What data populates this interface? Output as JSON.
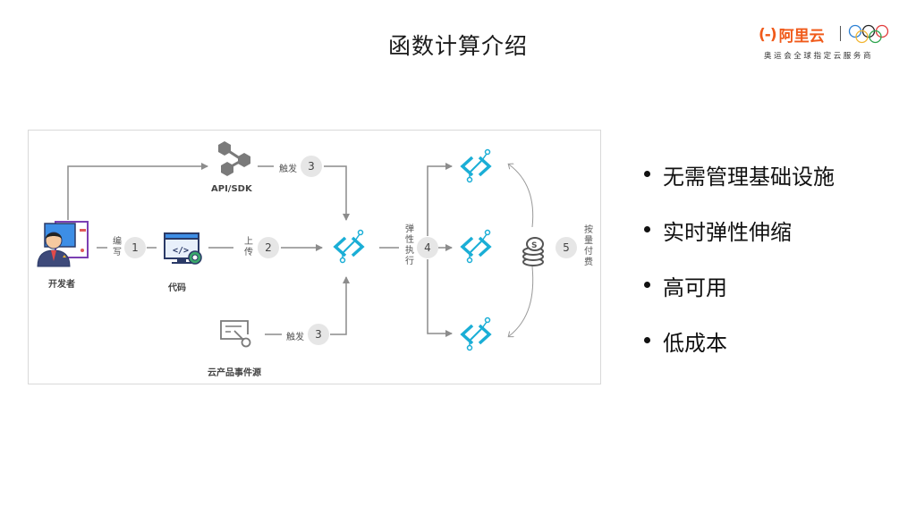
{
  "slide": {
    "title": "函数计算介绍"
  },
  "logo": {
    "brand": "阿里云",
    "bracket": "(-)",
    "tagline": "奥运会全球指定云服务商",
    "colors": {
      "brand": "#f05a1a"
    }
  },
  "diagram": {
    "nodes": {
      "developer": "开发者",
      "code": "代码",
      "api_sdk": "API/SDK",
      "event_source": "云产品事件源"
    },
    "steps": [
      {
        "number": "1",
        "label": "编写"
      },
      {
        "number": "2",
        "label": "上传"
      },
      {
        "number": "3",
        "label": "触发"
      },
      {
        "number": "3",
        "label": "触发"
      },
      {
        "number": "4",
        "label": "弹性执行"
      },
      {
        "number": "5",
        "label": "按量付费"
      }
    ],
    "colors": {
      "function": "#1aaed6",
      "line": "#8c8c8c",
      "step_bg": "#e6e6e6"
    }
  },
  "bullets": [
    "无需管理基础设施",
    "实时弹性伸缩",
    "高可用",
    "低成本"
  ]
}
